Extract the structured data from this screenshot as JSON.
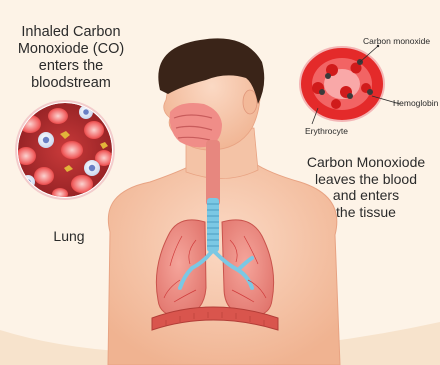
{
  "labels": {
    "inhaled": [
      "Inhaled Carbon",
      "Monoxiode (CO)",
      "enters the",
      "bloodstream"
    ],
    "lung": "Lung",
    "leaves": [
      "Carbon Monoxiode",
      "leaves the blood",
      "and enters",
      "the tissue"
    ],
    "carbon_monoxide": "Carbon monoxide",
    "hemoglobin": "Hemoglobin",
    "erythrocyte": "Erythrocyte"
  }
}
